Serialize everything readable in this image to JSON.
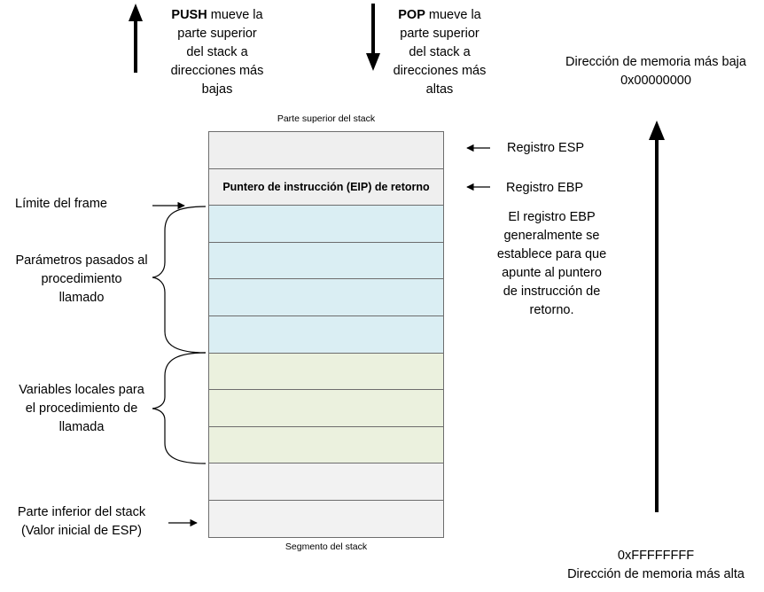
{
  "push_note": {
    "keyword": "PUSH",
    "rest": "mueve la",
    "lines": [
      "parte superior",
      "del stack a",
      "direcciones más",
      "bajas"
    ]
  },
  "pop_note": {
    "keyword": "POP",
    "rest": "mueve la",
    "lines": [
      "parte superior",
      "del stack a",
      "direcciones más",
      "altas"
    ]
  },
  "mem_low": {
    "label": "Dirección de memoria más baja",
    "address": "0x00000000"
  },
  "mem_high": {
    "address": "0xFFFFFFFF",
    "label": "Dirección de memoria más alta"
  },
  "stack": {
    "top_caption": "Parte superior del stack",
    "bottom_caption": "Segmento del stack",
    "cells": [
      {
        "label": "",
        "fill": "gray"
      },
      {
        "label": "Puntero de instrucción (EIP) de retorno",
        "fill": "gray"
      },
      {
        "label": "",
        "fill": "blue"
      },
      {
        "label": "",
        "fill": "blue"
      },
      {
        "label": "",
        "fill": "blue"
      },
      {
        "label": "",
        "fill": "blue"
      },
      {
        "label": "",
        "fill": "green"
      },
      {
        "label": "",
        "fill": "green"
      },
      {
        "label": "",
        "fill": "green"
      },
      {
        "label": "",
        "fill": "white"
      },
      {
        "label": "",
        "fill": "white"
      }
    ]
  },
  "right_labels": {
    "esp": "Registro ESP",
    "ebp": "Registro EBP",
    "ebp_note": [
      "El registro EBP",
      "generalmente se",
      "establece para que",
      "apunte al puntero",
      "de instrucción de",
      "retorno."
    ]
  },
  "left_labels": {
    "frame_limit": "Límite del frame",
    "params": [
      "Parámetros pasados al",
      "procedimiento",
      "llamado"
    ],
    "locals": [
      "Variables locales para",
      "el procedimiento de",
      "llamada"
    ],
    "bottom": [
      "Parte inferior del stack",
      "(Valor inicial de ESP)"
    ]
  },
  "colors": {
    "blue_cell": "#daeef3",
    "green_cell": "#ebf1de",
    "gray_cell": "#efefef",
    "border": "#6d6d6d"
  }
}
